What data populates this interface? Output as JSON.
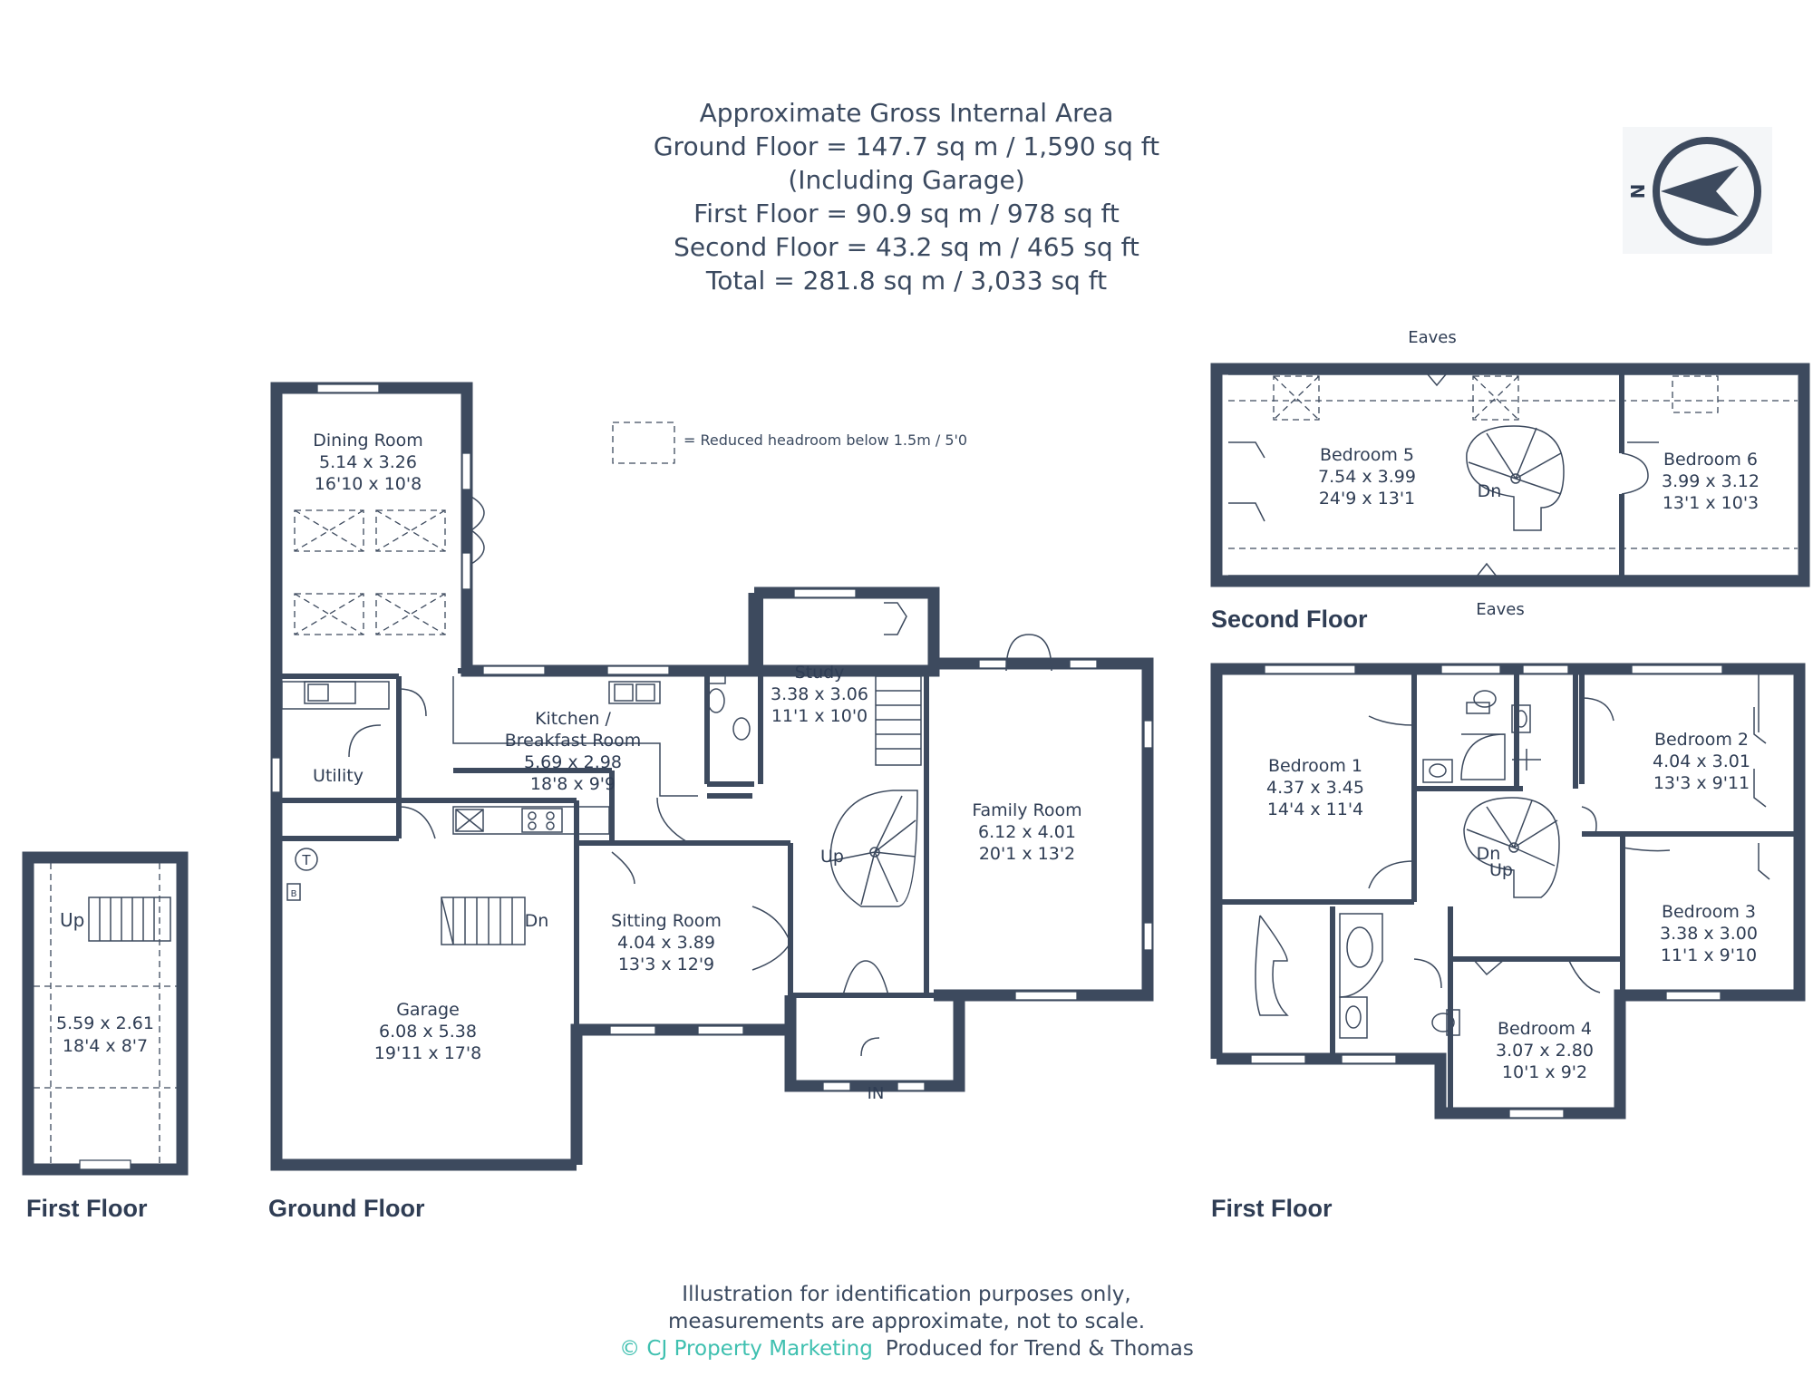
{
  "header": {
    "lines": [
      "Approximate Gross Internal Area",
      "Ground Floor = 147.7 sq m / 1,590 sq ft",
      "(Including Garage)",
      "First Floor = 90.9 sq m / 978 sq ft",
      "Second Floor = 43.2 sq m / 465 sq ft",
      "Total = 281.8 sq m / 3,033 sq ft"
    ]
  },
  "compass": {
    "label": "N"
  },
  "legend": {
    "text": "= Reduced headroom below 1.5m / 5'0"
  },
  "floors": {
    "annex": "First Floor",
    "ground": "Ground Floor",
    "first": "First Floor",
    "second": "Second Floor"
  },
  "annex": {
    "dim_m": "5.59 x 2.61",
    "dim_ft": "18'4 x 8'7",
    "stairs": "Up"
  },
  "rooms": {
    "dining": {
      "name": "Dining Room",
      "dim_m": "5.14 x 3.26",
      "dim_ft": "16'10 x 10'8"
    },
    "kitchen": {
      "name1": "Kitchen /",
      "name2": "Breakfast Room",
      "dim_m": "5.69 x 2.98",
      "dim_ft": "18'8 x 9'9"
    },
    "study": {
      "name": "Study",
      "dim_m": "3.38 x 3.06",
      "dim_ft": "11'1 x 10'0"
    },
    "utility": {
      "name": "Utility"
    },
    "family": {
      "name": "Family Room",
      "dim_m": "6.12 x 4.01",
      "dim_ft": "20'1 x 13'2"
    },
    "sitting": {
      "name": "Sitting Room",
      "dim_m": "4.04 x 3.89",
      "dim_ft": "13'3 x 12'9"
    },
    "garage": {
      "name": "Garage",
      "dim_m": "6.08 x 5.38",
      "dim_ft": "19'11 x 17'8"
    },
    "bed1": {
      "name": "Bedroom 1",
      "dim_m": "4.37 x 3.45",
      "dim_ft": "14'4 x 11'4"
    },
    "bed2": {
      "name": "Bedroom 2",
      "dim_m": "4.04 x 3.01",
      "dim_ft": "13'3 x 9'11"
    },
    "bed3": {
      "name": "Bedroom 3",
      "dim_m": "3.38 x 3.00",
      "dim_ft": "11'1 x 9'10"
    },
    "bed4": {
      "name": "Bedroom 4",
      "dim_m": "3.07 x 2.80",
      "dim_ft": "10'1 x 9'2"
    },
    "bed5": {
      "name": "Bedroom 5",
      "dim_m": "7.54 x 3.99",
      "dim_ft": "24'9 x 13'1"
    },
    "bed6": {
      "name": "Bedroom 6",
      "dim_m": "3.99 x 3.12",
      "dim_ft": "13'1 x 10'3"
    }
  },
  "labels": {
    "up": "Up",
    "dn": "Dn",
    "in": "IN",
    "eaves": "Eaves",
    "t": "T",
    "b": "B"
  },
  "footer": {
    "line1": "Illustration for identification purposes only,",
    "line2": "measurements are approximate, not to scale.",
    "brand": "© CJ Property Marketing",
    "produced": "Produced for Trend & Thomas"
  },
  "colors": {
    "wall": "#3d4a5e",
    "text": "#2f3d54",
    "brand": "#3fc0b0"
  }
}
